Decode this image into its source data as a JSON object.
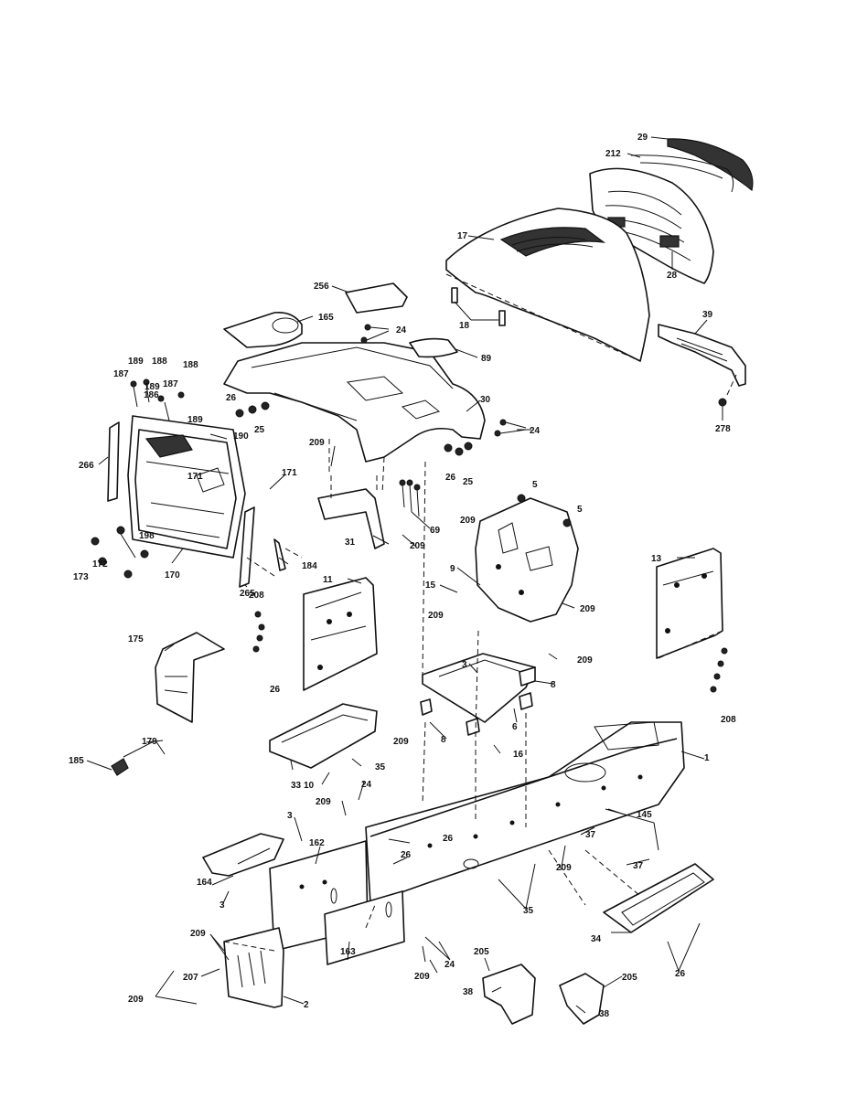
{
  "diagram": {
    "callouts": [
      {
        "label": "29"
      },
      {
        "label": "212"
      },
      {
        "label": "17"
      },
      {
        "label": "28"
      },
      {
        "label": "18"
      },
      {
        "label": "256"
      },
      {
        "label": "165"
      },
      {
        "label": "24"
      },
      {
        "label": "89"
      },
      {
        "label": "39"
      },
      {
        "label": "278"
      },
      {
        "label": "189"
      },
      {
        "label": "188"
      },
      {
        "label": "187"
      },
      {
        "label": "189"
      },
      {
        "label": "188"
      },
      {
        "label": "187"
      },
      {
        "label": "186"
      },
      {
        "label": "189"
      },
      {
        "label": "26"
      },
      {
        "label": "25"
      },
      {
        "label": "30"
      },
      {
        "label": "24"
      },
      {
        "label": "190"
      },
      {
        "label": "266"
      },
      {
        "label": "209"
      },
      {
        "label": "26"
      },
      {
        "label": "25"
      },
      {
        "label": "171"
      },
      {
        "label": "171"
      },
      {
        "label": "69"
      },
      {
        "label": "5"
      },
      {
        "label": "5"
      },
      {
        "label": "209"
      },
      {
        "label": "31"
      },
      {
        "label": "209"
      },
      {
        "label": "198"
      },
      {
        "label": "172"
      },
      {
        "label": "173"
      },
      {
        "label": "170"
      },
      {
        "label": "184"
      },
      {
        "label": "265"
      },
      {
        "label": "11"
      },
      {
        "label": "9"
      },
      {
        "label": "15"
      },
      {
        "label": "13"
      },
      {
        "label": "209"
      },
      {
        "label": "208"
      },
      {
        "label": "209"
      },
      {
        "label": "175"
      },
      {
        "label": "3"
      },
      {
        "label": "209"
      },
      {
        "label": "8"
      },
      {
        "label": "208"
      },
      {
        "label": "26"
      },
      {
        "label": "209"
      },
      {
        "label": "6"
      },
      {
        "label": "8"
      },
      {
        "label": "179"
      },
      {
        "label": "35"
      },
      {
        "label": "16"
      },
      {
        "label": "1"
      },
      {
        "label": "185"
      },
      {
        "label": "33"
      },
      {
        "label": "10"
      },
      {
        "label": "24"
      },
      {
        "label": "209"
      },
      {
        "label": "145"
      },
      {
        "label": "3"
      },
      {
        "label": "162"
      },
      {
        "label": "26"
      },
      {
        "label": "37"
      },
      {
        "label": "26"
      },
      {
        "label": "209"
      },
      {
        "label": "37"
      },
      {
        "label": "164"
      },
      {
        "label": "3"
      },
      {
        "label": "35"
      },
      {
        "label": "34"
      },
      {
        "label": "209"
      },
      {
        "label": "24"
      },
      {
        "label": "163"
      },
      {
        "label": "26"
      },
      {
        "label": "207"
      },
      {
        "label": "209"
      },
      {
        "label": "205"
      },
      {
        "label": "205"
      },
      {
        "label": "38"
      },
      {
        "label": "38"
      },
      {
        "label": "209"
      },
      {
        "label": "2"
      }
    ]
  }
}
